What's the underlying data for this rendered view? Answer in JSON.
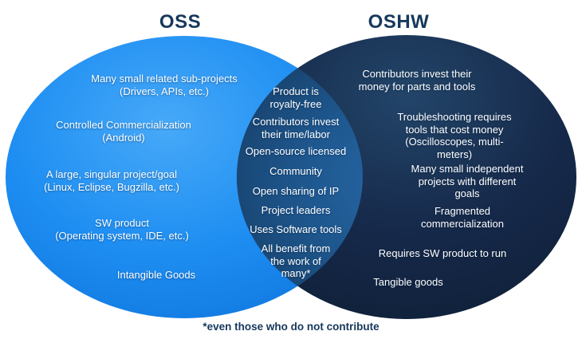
{
  "titles": {
    "left": "OSS",
    "right": "OSHW"
  },
  "footnote": "*even those who do not contribute",
  "colors": {
    "left_ellipse_light": "#47a9f8",
    "left_ellipse_mid": "#1e8ef2",
    "left_ellipse_edge": "#0f76de",
    "right_ellipse_light": "#224569",
    "right_ellipse_mid": "#16294a",
    "right_ellipse_edge": "#0f2038",
    "overlap_light": "#2767a6",
    "overlap_mid": "#1e578e",
    "overlap_edge": "#163e66",
    "title_text": "#16385c",
    "body_text": "#ffffff",
    "background": "#ffffff"
  },
  "left_region": {
    "items": [
      "Many small related sub-projects\n(Drivers, APIs, etc.)",
      "Controlled Commercialization\n(Android)",
      "A large, singular project/goal\n(Linux, Eclipse, Bugzilla, etc.)",
      "SW product\n(Operating system, IDE, etc.)",
      "Intangible Goods"
    ]
  },
  "overlap_region": {
    "items": [
      "Product is\nroyalty-free",
      "Contributors invest\ntheir time/labor",
      "Open-source licensed",
      "Community",
      "Open sharing of IP",
      "Project leaders",
      "Uses Software tools",
      "All benefit from\nthe work of\nmany*"
    ]
  },
  "right_region": {
    "items": [
      "Contributors invest their\nmoney for parts and tools",
      "Troubleshooting requires\ntools that cost money\n(Oscilloscopes, multi-meters)",
      "Many small independent\nprojects with different goals",
      "Fragmented\ncommercialization",
      "Requires SW product to run",
      "Tangible goods"
    ]
  }
}
